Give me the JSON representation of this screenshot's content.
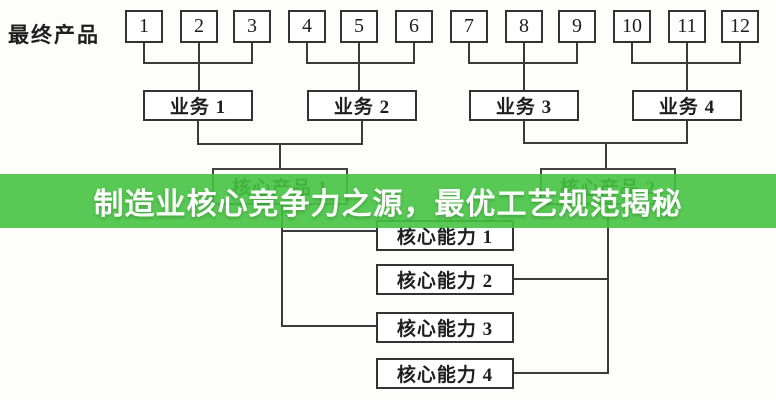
{
  "colors": {
    "banner_green": "rgba(70,195,65,0.9)",
    "line": "#3a3a3a",
    "box_border": "#333333",
    "banner_text": "#ffffff"
  },
  "banner": {
    "text": "制造业核心竞争力之源，最优工艺规范揭秘"
  },
  "diagram": {
    "side_label": "最终产品",
    "products": [
      "1",
      "2",
      "3",
      "4",
      "5",
      "6",
      "7",
      "8",
      "9",
      "10",
      "11",
      "12"
    ],
    "businesses": [
      "业务 1",
      "业务 2",
      "业务 3",
      "业务 4"
    ],
    "core_products": [
      "核心产品 1",
      "核心产品 2"
    ],
    "core_competences": [
      "核心能力 1",
      "核心能力 2",
      "核心能力 3",
      "核心能力 4"
    ]
  }
}
